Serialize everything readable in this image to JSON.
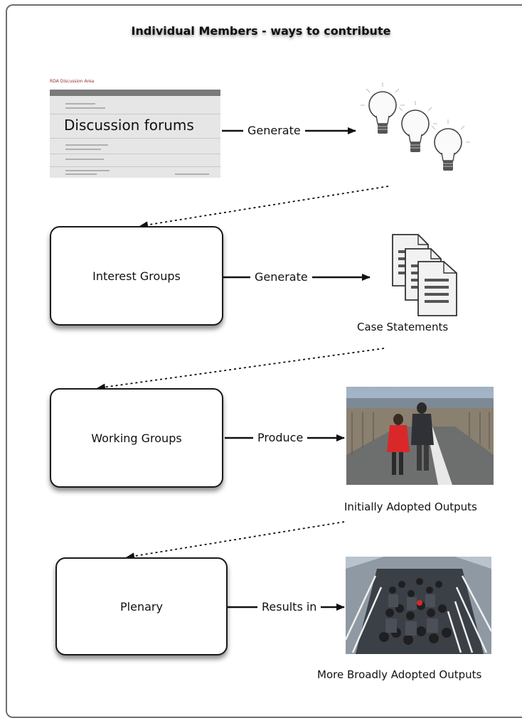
{
  "title": "Individual Members - ways to contribute",
  "forum_thumbnail": {
    "header": "RDA Discussion Area",
    "overlay": "Discussion forums"
  },
  "boxes": {
    "interest": "Interest Groups",
    "working": "Working Groups",
    "plenary": "Plenary"
  },
  "edges": {
    "generate_1": "Generate",
    "generate_2": "Generate",
    "produce": "Produce",
    "results_in": "Results in"
  },
  "captions": {
    "case_statements": "Case Statements",
    "initially_adopted": "Initially Adopted Outputs",
    "broadly_adopted": "More Broadly Adopted Outputs"
  },
  "icons": [
    "lightbulb-icon",
    "document-stack-icon"
  ],
  "colors": {
    "line": "#111111",
    "box_border": "#1a1a1a",
    "frame": "#6d6d6d"
  }
}
